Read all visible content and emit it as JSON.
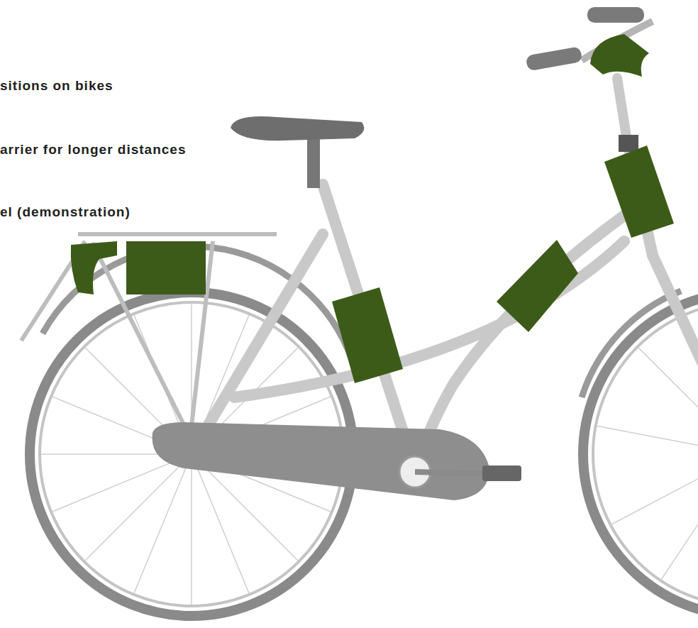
{
  "diagram": {
    "labels": [
      "sitions on bikes",
      "arrier for longer distances",
      "el (demonstration)"
    ]
  }
}
